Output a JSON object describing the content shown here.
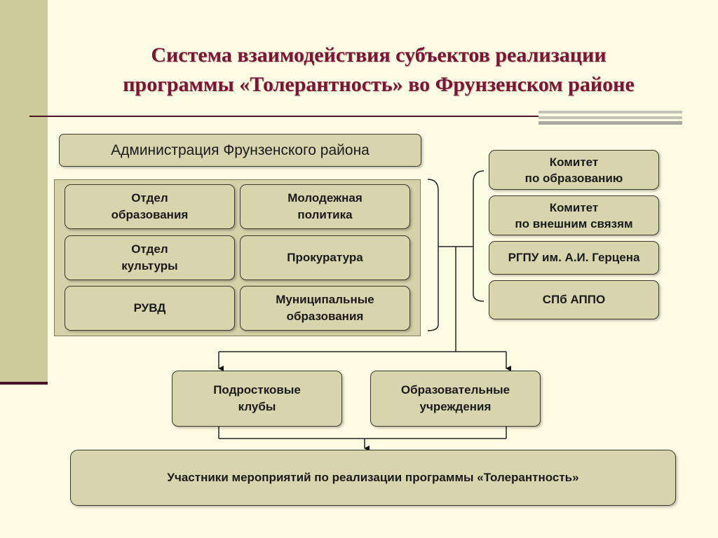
{
  "title": {
    "line1": "Система взаимодействия субъектов реализации",
    "line2": "программы «Толерантность» во Фрунзенском районе"
  },
  "administration": "Администрация Фрунзенского района",
  "departments": [
    "Отдел\nобразования",
    "Молодежная\nполитика",
    "Отдел\nкультуры",
    "Прокуратура",
    "РУВД",
    "Муниципальные\nобразования"
  ],
  "partners": [
    "Комитет\nпо образованию",
    "Комитет\nпо внешним связям",
    "РГПУ им. А.И. Герцена",
    "СПб АППО"
  ],
  "targets": [
    "Подростковые\nклубы",
    "Образовательные\nучреждения"
  ],
  "participants": "Участники мероприятий по реализации программы «Толерантность»",
  "colors": {
    "background": "#fcfbe3",
    "box_fill": "#d8d5ae",
    "title": "#7a1533",
    "accent_line": "#4a1428"
  }
}
